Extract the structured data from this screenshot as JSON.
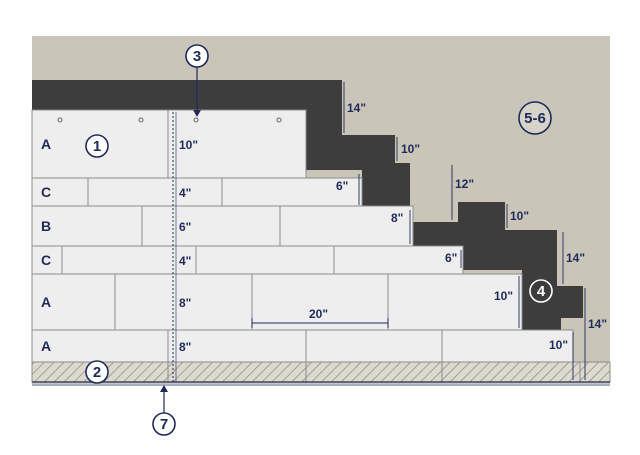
{
  "rows": [
    {
      "label": "A",
      "height": "10\""
    },
    {
      "label": "C",
      "height": "4\""
    },
    {
      "label": "B",
      "height": "6\""
    },
    {
      "label": "C",
      "height": "4\""
    },
    {
      "label": "A",
      "height": "8\""
    },
    {
      "label": "A",
      "height": "8\""
    }
  ],
  "width_dim": "20\"",
  "callouts": {
    "c1": "1",
    "c2": "2",
    "c3": "3",
    "c4": "4",
    "c56": "5-6",
    "c7": "7"
  },
  "stair": {
    "risers": [
      "14\"",
      "10\"",
      "12\"",
      "10\"",
      "14\"",
      "14\""
    ],
    "steps": [
      "6\"",
      "8\"",
      "6\"",
      "10\"",
      "10\""
    ]
  },
  "colors": {
    "wall": "#c9c5b8",
    "stair": "#3d3d3d",
    "panel": "#eeeeee",
    "ink": "#1f2a5a"
  }
}
